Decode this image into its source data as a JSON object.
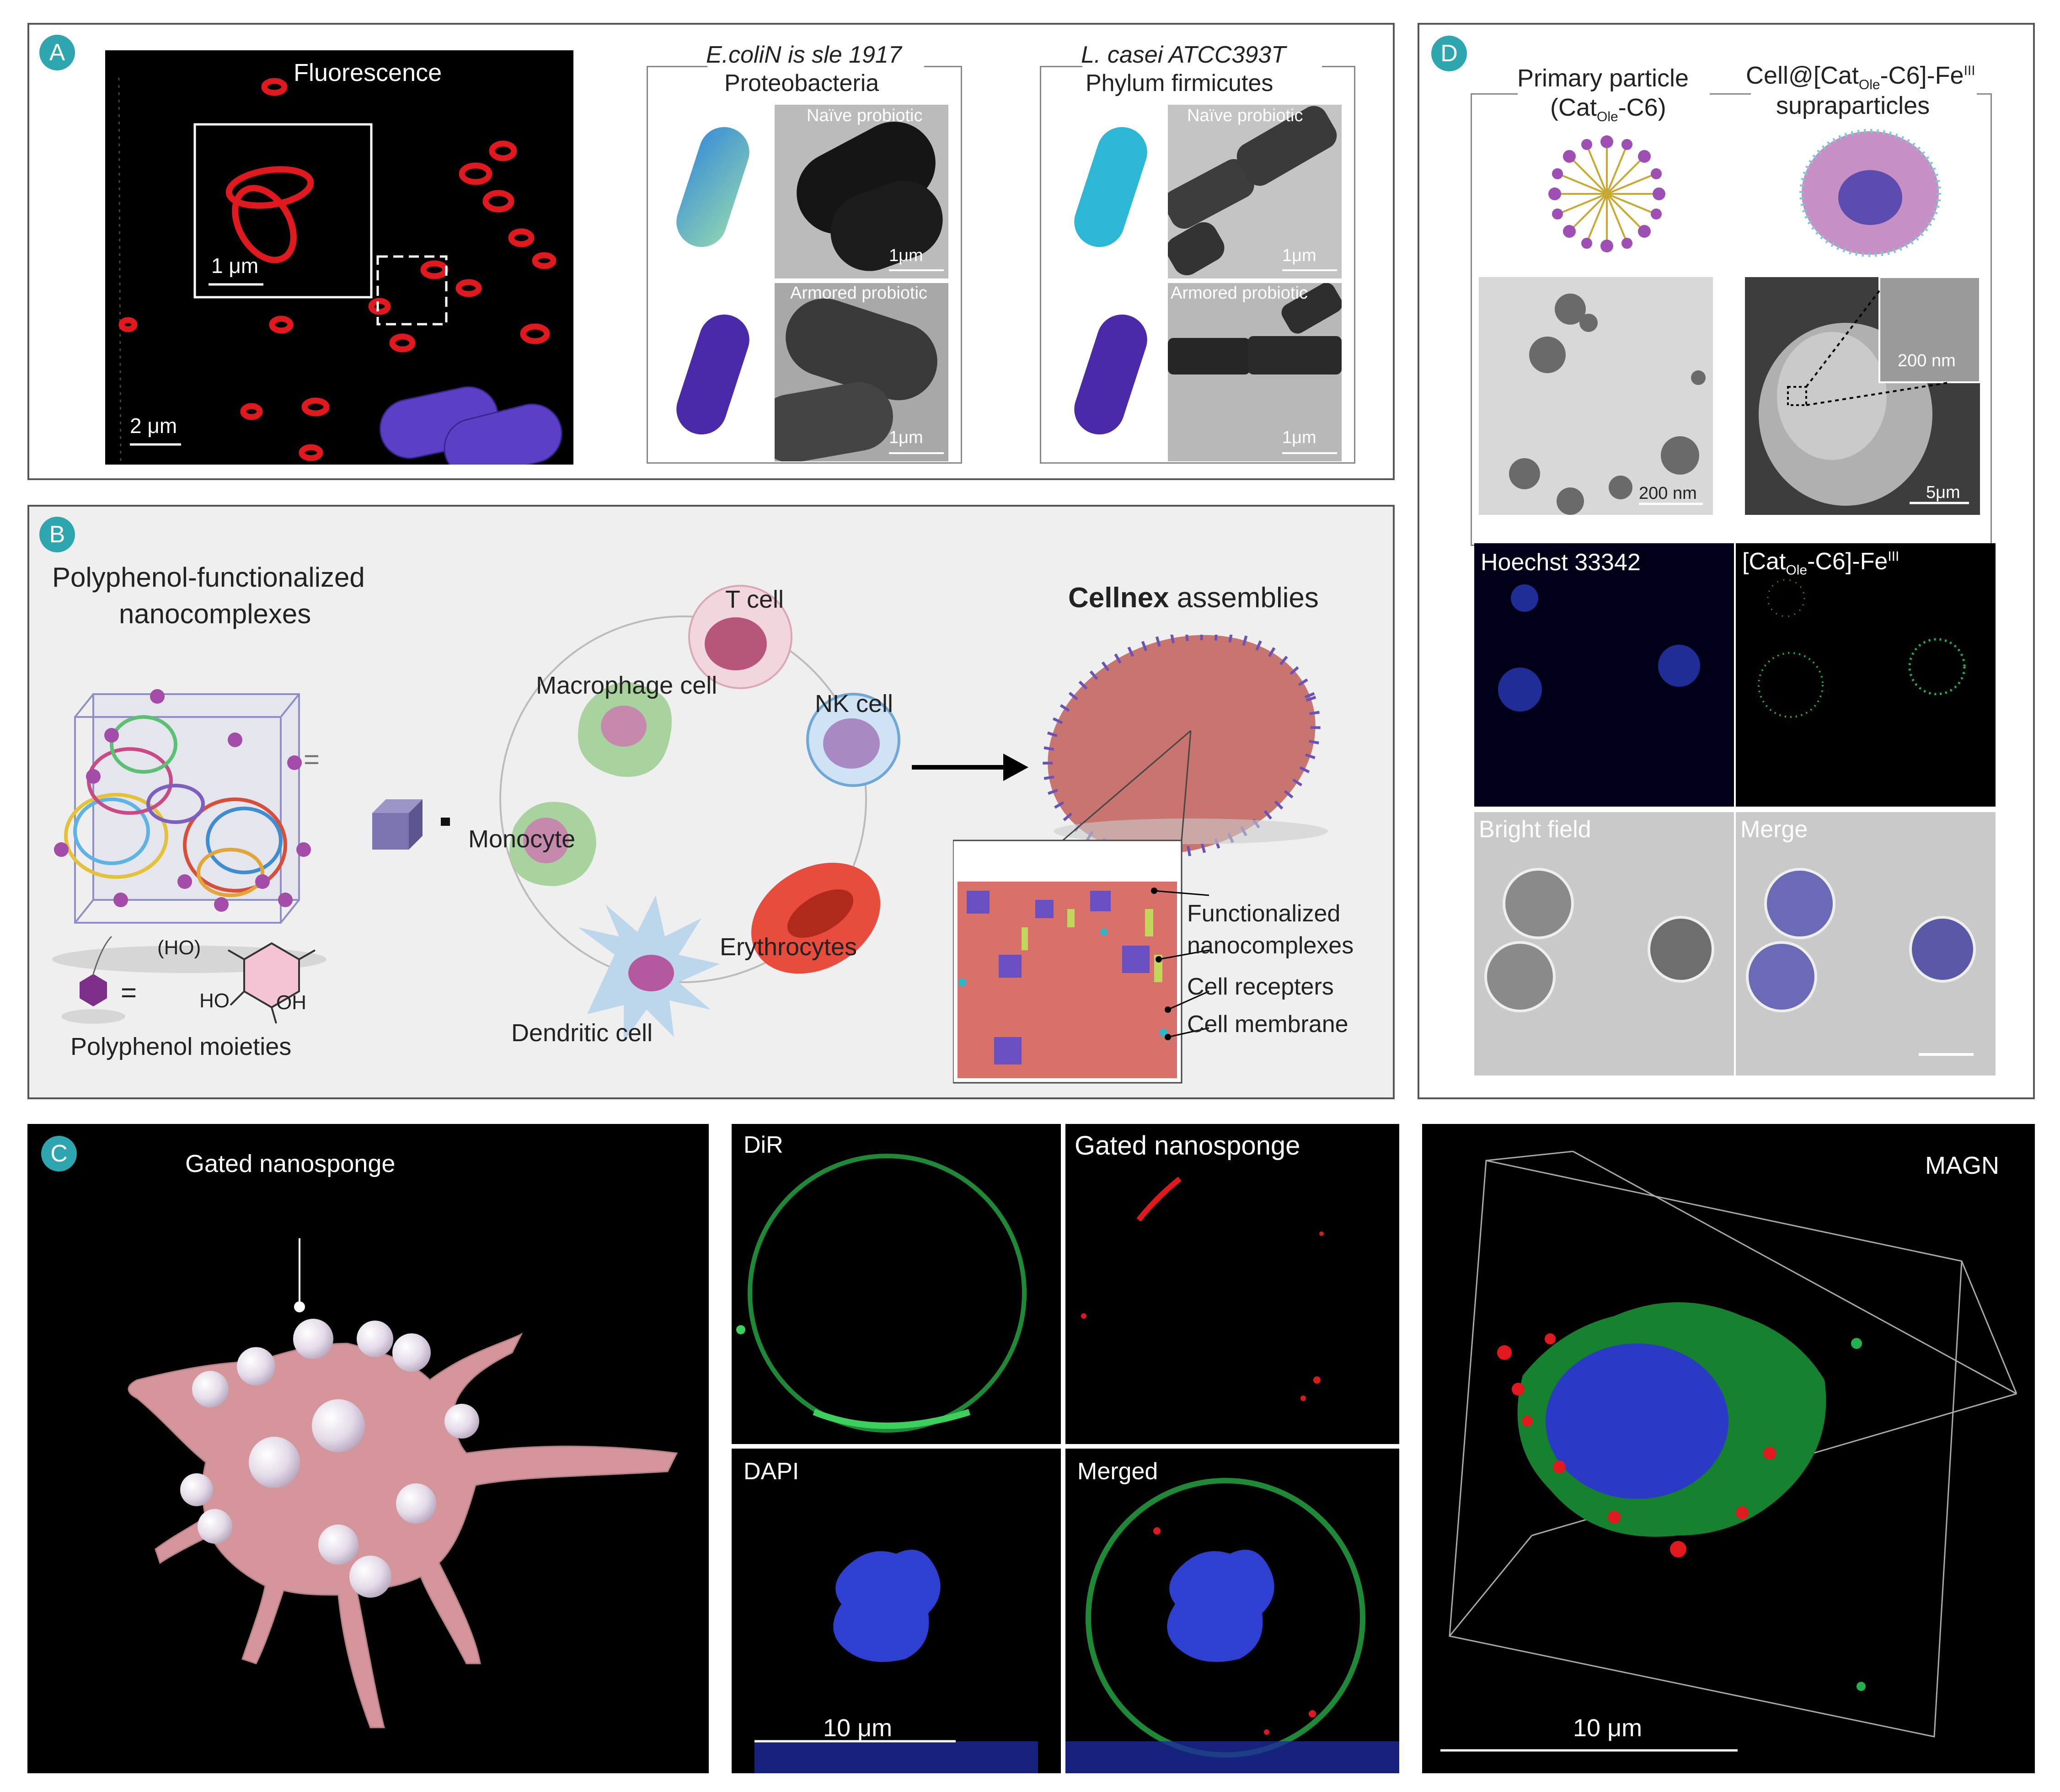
{
  "panel_a": {
    "badge": "A",
    "fluorescence_label": "Fluorescence",
    "inset_scale": "1 μm",
    "main_scale": "2 μm",
    "ecoli": {
      "title": "E.coliN is sle 1917",
      "subtitle": "Proteobacteria",
      "naive": "Naïve probiotic",
      "armored": "Armored probiotic",
      "scale_top": "1μm",
      "scale_bottom": "1μm"
    },
    "casei": {
      "title": "L. casei ATCC393T",
      "subtitle": "Phylum firmicutes",
      "naive": "Naïve probiotic",
      "armored": "Armored probiotic",
      "scale_top": "1μm",
      "scale_bottom": "1μm"
    }
  },
  "panel_b": {
    "badge": "B",
    "title_line1": "Polyphenol-functionalized",
    "title_line2": "nanocomplexes",
    "moieties": "Polyphenol moieties",
    "equals": "=",
    "plus": "+",
    "ho_group": "(HO)",
    "ho": "HO",
    "oh": "OH",
    "cells": {
      "t_cell": "T cell",
      "macrophage": "Macrophage cell",
      "nk_cell": "NK cell",
      "monocyte": "Monocyte",
      "erythrocytes": "Erythrocytes",
      "dendritic": "Dendritic cell"
    },
    "assemblies_bold": "Cellnex",
    "assemblies_rest": " assemblies",
    "legend": {
      "functionalized_1": "Functionalized",
      "functionalized_2": "nanocomplexes",
      "receptors": "Cell recepters",
      "membrane": "Cell membrane"
    }
  },
  "panel_c": {
    "badge": "C",
    "gated_label": "Gated nanosponge",
    "dir": "DiR",
    "gated": "Gated nanosponge",
    "dapi": "DAPI",
    "merged": "Merged",
    "scale_left": "10 μm",
    "magn": "MAGN",
    "scale_right": "10 μm"
  },
  "panel_d": {
    "badge": "D",
    "primary_line1": "Primary particle",
    "primary_cat": "(Cat",
    "primary_sub": "Ole",
    "primary_end": "-C6)",
    "cell_prefix": "Cell@[Cat",
    "cell_sub": "Ole",
    "cell_mid": "-C6]-Fe",
    "cell_sup": "III",
    "cell_line2": "supraparticles",
    "scale_200": "200 nm",
    "scale_200_inset": "200 nm",
    "scale_5": "5μm",
    "hoechst": "Hoechst 33342",
    "cat_prefix": "[Cat",
    "cat_sub": "Ole",
    "cat_mid": "-C6]-Fe",
    "cat_sup": "III",
    "bright": "Bright field",
    "merge": "Merge"
  },
  "colors": {
    "badge": "#2ea6b0",
    "fluor_red": "#e0191e",
    "dapi_blue": "#2f3fcf",
    "membrane_green": "#22b14c"
  }
}
